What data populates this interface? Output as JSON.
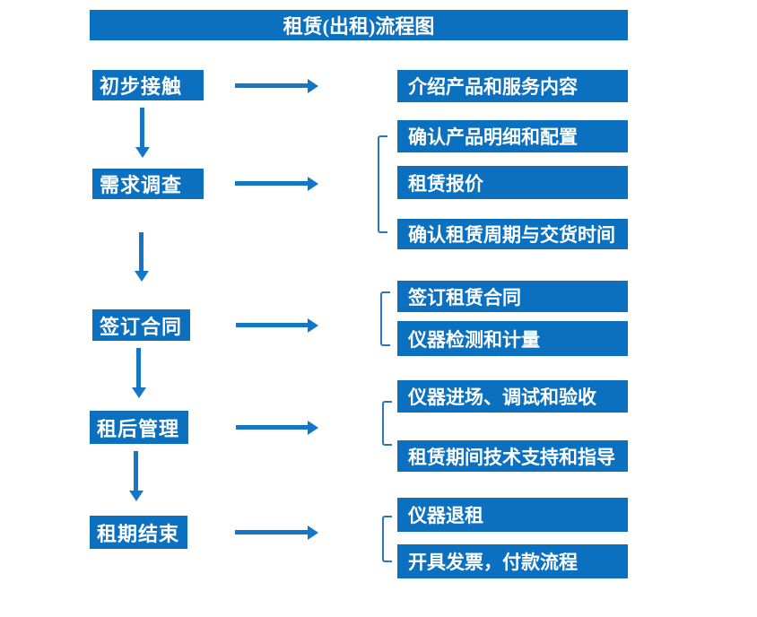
{
  "title": "租赁(出租)流程图",
  "colors": {
    "primary_blue": "#0C70C0",
    "arrow_blue": "#1576C8",
    "bracket_blue": "#2E75B6",
    "text_white": "#FFFFFF",
    "background": "#FFFFFF"
  },
  "steps": [
    {
      "label": "初步接触",
      "details": [
        "介绍产品和服务内容"
      ]
    },
    {
      "label": "需求调查",
      "details": [
        "确认产品明细和配置",
        "租赁报价",
        "确认租赁周期与交货时间"
      ]
    },
    {
      "label": "签订合同",
      "details": [
        "签订租赁合同",
        "仪器检测和计量"
      ]
    },
    {
      "label": "租后管理",
      "details": [
        "仪器进场、调试和验收",
        "租赁期间技术支持和指导"
      ]
    },
    {
      "label": "租期结束",
      "details": [
        "仪器退租",
        "开具发票，付款流程"
      ]
    }
  ]
}
